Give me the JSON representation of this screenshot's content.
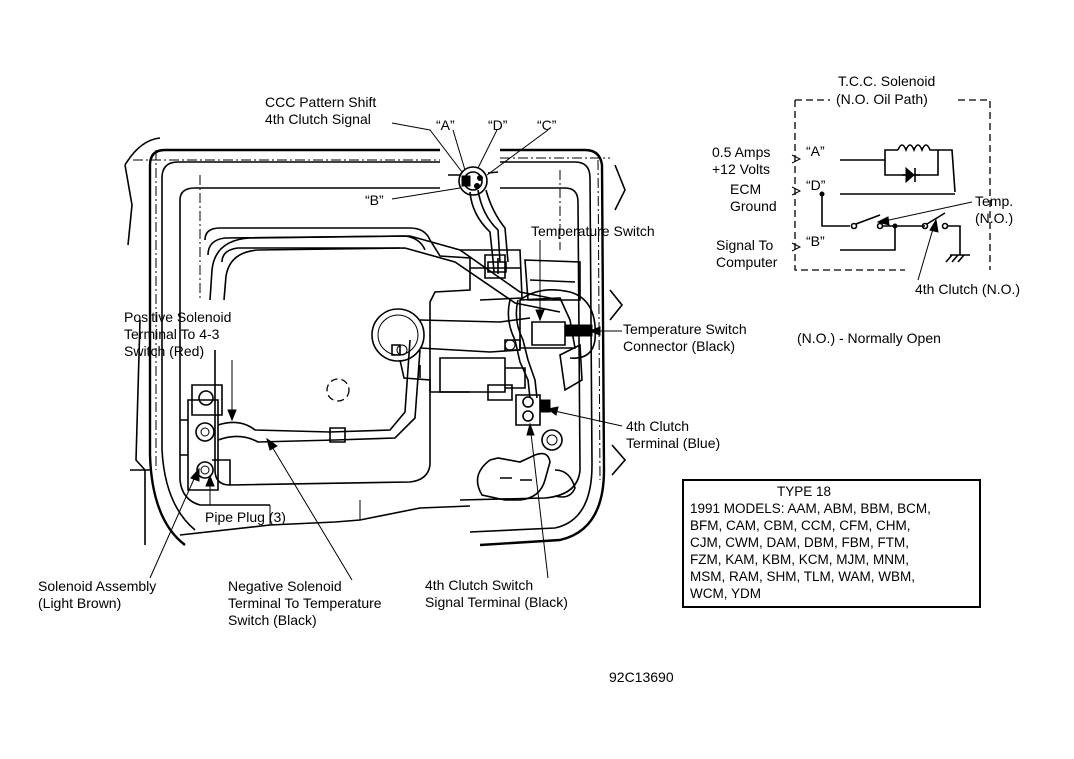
{
  "labels": {
    "ccc_line1": "CCC Pattern Shift",
    "ccc_line2": "4th Clutch Signal",
    "term_a": "“A”",
    "term_d": "“D”",
    "term_c": "“C”",
    "term_b": "“B”",
    "temp_switch": "Temperature Switch",
    "pos_line1": "Positive Solenoid",
    "pos_line2": "Terminal To 4-3",
    "pos_line3": "Switch (Red)",
    "tsc_line1": "Temperature Switch",
    "tsc_line2": "Connector (Black)",
    "fourth_term_line1": "4th Clutch",
    "fourth_term_line2": "Terminal (Blue)",
    "pipe_plug": "Pipe Plug (3)",
    "sol_line1": "Solenoid Assembly",
    "sol_line2": "(Light Brown)",
    "neg_line1": "Negative Solenoid",
    "neg_line2": "Terminal To Temperature",
    "neg_line3": "Switch (Black)",
    "fcs_line1": "4th Clutch Switch",
    "fcs_line2": "Signal Terminal (Black)",
    "figure_id": "92C13690"
  },
  "schematic": {
    "title_line1": "T.C.C. Solenoid",
    "title_line2": "(N.O. Oil Path)",
    "amps_line1": "0.5 Amps",
    "amps_line2": "+12 Volts",
    "ecm_line1": "ECM",
    "ecm_line2": "Ground",
    "signal_line1": "Signal To",
    "signal_line2": "Computer",
    "pin_a": "“A”",
    "pin_d": "“D”",
    "pin_b": "“B”",
    "temp_line1": "Temp.",
    "temp_line2": "(N.O.)",
    "fourth_clutch": "4th Clutch (N.O.)",
    "legend": "(N.O.)  -  Normally Open"
  },
  "models_box": {
    "title": "TYPE 18",
    "lines": [
      "1991 MODELS: AAM, ABM, BBM, BCM,",
      "BFM, CAM, CBM, CCM, CFM, CHM,",
      "CJM, CWM, DAM, DBM, FBM, FTM,",
      "FZM, KAM, KBM, KCM, MJM, MNM,",
      "MSM, RAM, SHM, TLM, WAM, WBM,",
      "WCM, YDM"
    ]
  }
}
